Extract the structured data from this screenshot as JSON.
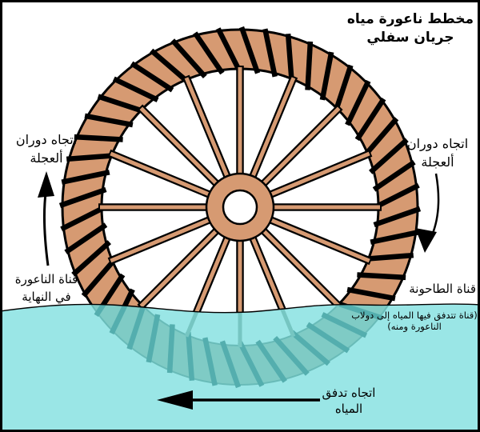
{
  "title": {
    "line1": "مخطط ناعورة مياه",
    "line2": "جريان سفلي"
  },
  "labels": {
    "left_rotation": {
      "line1": "اتجاه دوران",
      "line2": "ألعجلة"
    },
    "right_rotation": {
      "line1": "اتجاه دوران",
      "line2": "ألعجلة"
    },
    "left_channel": {
      "line1": "قناة الناعورة",
      "line2": "في النهاية"
    },
    "mill_channel": "قناة الطاحونة",
    "mill_channel_note": "(قناة تتدفق فيها المياه إلى دولاب الناعورة ومنه)",
    "flow": {
      "line1": "اتجاه تدفق",
      "line2": "المياه"
    }
  },
  "icons": {
    "left_arrow": "rotation-up-arrow",
    "right_arrow": "rotation-down-arrow",
    "flow_arrow": "water-flow-left-arrow"
  },
  "colors": {
    "background": "#FFFFFF",
    "outline": "#000000",
    "wheel_fill": "#D69A72",
    "hub_hole": "#FFFFFF",
    "water": "#9AE6E6",
    "ghost_rim": "#7FCBC5",
    "ghost_rim_edge": "#69BBB8",
    "ghost_slat": "#54AEAE",
    "ghost_spoke": "#76C6C2"
  }
}
